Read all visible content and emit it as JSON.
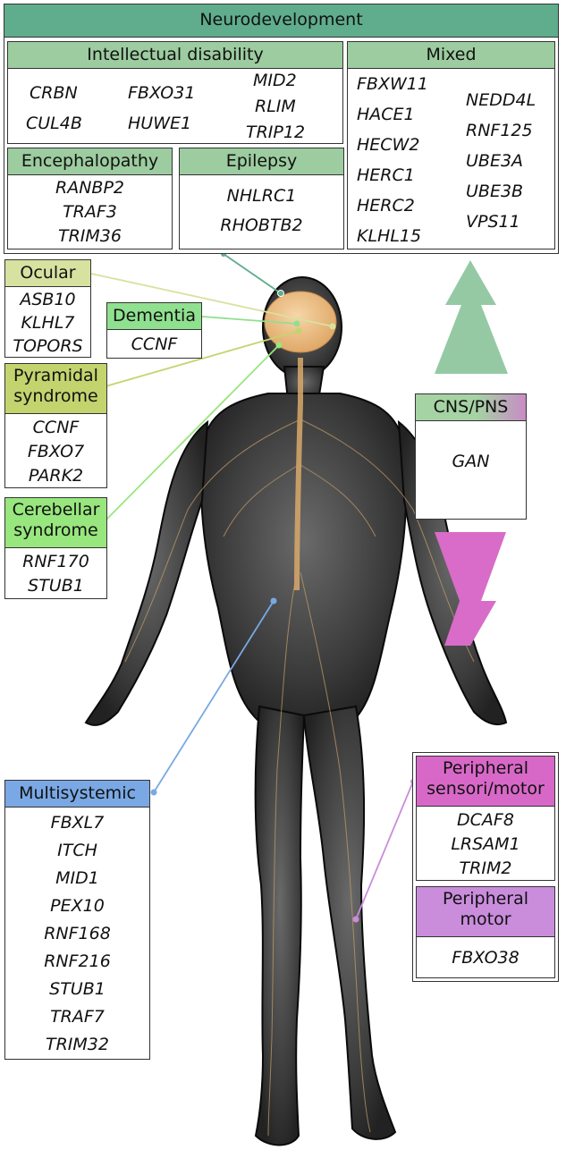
{
  "colors": {
    "neuro": "#5fad8c",
    "neuro_sub": "#9ccc9f",
    "ocular": "#d7e2a0",
    "dementia": "#8fe08f",
    "pyramidal": "#c3d46e",
    "cerebellar": "#98e67e",
    "multisystemic": "#7aa8e4",
    "cns_pns": [
      "#a5d3a3",
      "#c98cc6"
    ],
    "peripheral_sm": "#d868c8",
    "peripheral_motor": "#c98ddc",
    "arrow_up": "#94c9a4",
    "arrow_down": "#d86cc8"
  },
  "neuro": {
    "title": "Neurodevelopment",
    "intellectual": {
      "title": "Intellectual disability",
      "col1": [
        "CRBN",
        "CUL4B"
      ],
      "col2": [
        "FBXO31",
        "HUWE1"
      ],
      "col3": [
        "MID2",
        "RLIM",
        "TRIP12"
      ]
    },
    "mixed": {
      "title": "Mixed",
      "col1": [
        "FBXW11",
        "HACE1",
        "HECW2",
        "HERC1",
        "HERC2",
        "KLHL15"
      ],
      "col2": [
        "NEDD4L",
        "RNF125",
        "UBE3A",
        "UBE3B",
        "VPS11"
      ]
    },
    "encephalopathy": {
      "title": "Encephalopathy",
      "genes": [
        "RANBP2",
        "TRAF3",
        "TRIM36"
      ]
    },
    "epilepsy": {
      "title": "Epilepsy",
      "genes": [
        "NHLRC1",
        "RHOBTB2"
      ]
    }
  },
  "ocular": {
    "title": "Ocular",
    "genes": [
      "ASB10",
      "KLHL7",
      "TOPORS"
    ]
  },
  "dementia": {
    "title": "Dementia",
    "genes": [
      "CCNF"
    ]
  },
  "pyramidal": {
    "title_line1": "Pyramidal",
    "title_line2": "syndrome",
    "genes": [
      "CCNF",
      "FBXO7",
      "PARK2"
    ]
  },
  "cerebellar": {
    "title_line1": "Cerebellar",
    "title_line2": "syndrome",
    "genes": [
      "RNF170",
      "STUB1"
    ]
  },
  "cns_pns": {
    "title": "CNS/PNS",
    "genes": [
      "GAN"
    ]
  },
  "multisystemic": {
    "title": "Multisystemic",
    "genes": [
      "FBXL7",
      "ITCH",
      "MID1",
      "PEX10",
      "RNF168",
      "RNF216",
      "STUB1",
      "TRAF7",
      "TRIM32"
    ]
  },
  "peripheral_sm": {
    "title_line1": "Peripheral",
    "title_line2": "sensori/motor",
    "genes": [
      "DCAF8",
      "LRSAM1",
      "TRIM2"
    ]
  },
  "peripheral_motor": {
    "title_line1": "Peripheral",
    "title_line2": "motor",
    "genes": [
      "FBXO38"
    ]
  }
}
